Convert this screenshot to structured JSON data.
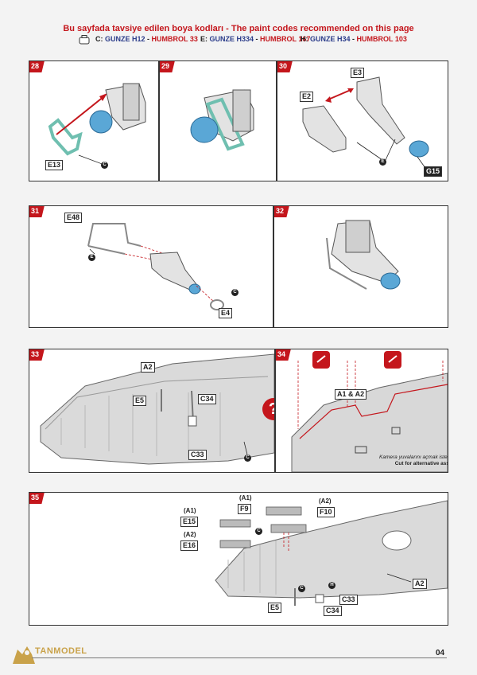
{
  "header": {
    "title": "Bu sayfada tavsiye edilen boya kodları - The paint codes recommended on this page"
  },
  "paints": [
    {
      "code": "C:",
      "gunze": "GUNZE H12",
      "humbrol": "HUMBROL 33"
    },
    {
      "code": "E:",
      "gunze": "GUNZE H334",
      "humbrol": "HUMBROL 167"
    },
    {
      "code": "H:",
      "gunze": "GUNZE H34",
      "humbrol": "HUMBROL 103"
    }
  ],
  "sep": " - ",
  "colors": {
    "accent": "#c4161c",
    "gunze": "#2b3c8a",
    "blue_part": "#5aa7d6",
    "green_part": "#6fbfb0"
  },
  "steps": {
    "s28": {
      "num": "28",
      "labels": {
        "e13": "E13",
        "c": "C"
      }
    },
    "s29": {
      "num": "29"
    },
    "s30": {
      "num": "30",
      "labels": {
        "e2": "E2",
        "e3": "E3",
        "e": "E",
        "g15": "G15"
      }
    },
    "s31": {
      "num": "31",
      "labels": {
        "e48": "E48",
        "e": "E",
        "c": "C",
        "e4": "E4"
      }
    },
    "s32": {
      "num": "32"
    },
    "s33": {
      "num": "33",
      "labels": {
        "a2": "A2",
        "e5": "E5",
        "c34": "C34",
        "c33": "C33",
        "c": "C"
      },
      "question": "?"
    },
    "s34": {
      "num": "34",
      "labels": {
        "a1a2": "A1 & A2"
      },
      "note_tr": "Kamera yuvalarını açmak isterseniz kesiniz.",
      "note_en": "Cut for alternative assembly"
    },
    "s35": {
      "num": "35",
      "labels": {
        "a1_top": "(A1)",
        "f9": "F9",
        "a2_top": "(A2)",
        "f10": "F10",
        "a1_left": "(A1)",
        "e15": "E15",
        "c_mid": "C",
        "a2_left": "(A2)",
        "e16": "E16",
        "a2": "A2",
        "c_bot": "C",
        "h": "H",
        "c33": "C33",
        "e5": "E5",
        "c34": "C34"
      }
    }
  },
  "footer": {
    "brand": "TANMODEL",
    "page": "04"
  }
}
